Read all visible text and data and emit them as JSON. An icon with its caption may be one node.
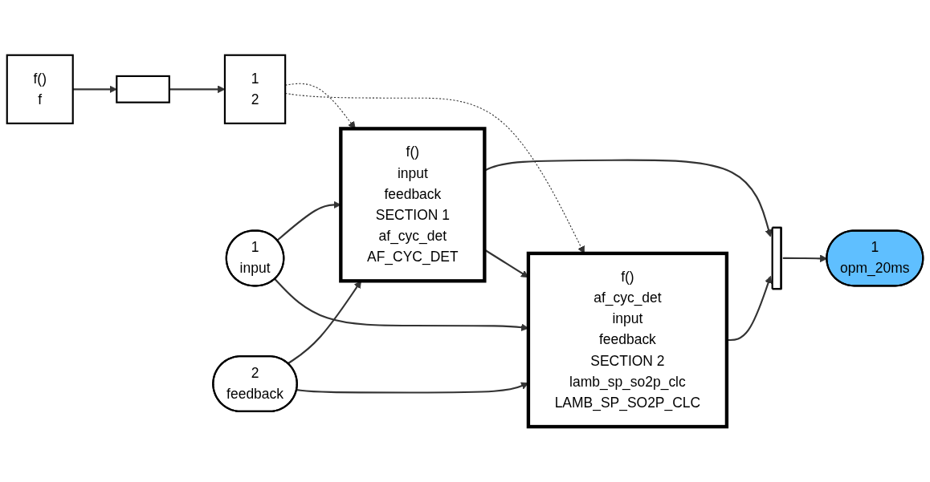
{
  "diagram": {
    "nodes": [
      {
        "text": [
          "f()",
          "f"
        ]
      },
      {
        "text": [],
        "shape": "box"
      },
      {
        "text": [
          "1",
          "2"
        ]
      },
      {
        "text": [
          "1",
          "input"
        ]
      },
      {
        "text": [
          "2",
          "feedback"
        ]
      },
      {
        "text": [
          "f()",
          "input",
          "feedback",
          "SECTION 1",
          "af_cyc_det",
          "AF_CYC_DET"
        ]
      },
      {
        "text": [
          "f()",
          "af_cyc_det",
          "input",
          "feedback",
          "SECTION 2",
          "lamb_sp_so2p_clc",
          "LAMB_SP_SO2P_CLC"
        ]
      },
      {
        "text": [],
        "shape": "bar"
      },
      {
        "text": [
          "1",
          "opm_20ms"
        ]
      }
    ],
    "edges": [
      {
        "from": 0,
        "to": 1,
        "arrow": "to"
      },
      {
        "from": 1,
        "to": 2,
        "arrow": "to"
      },
      {
        "from": 2,
        "to": 5,
        "arrow": "to",
        "style": "dashed"
      },
      {
        "from": 2,
        "to": 6,
        "arrow": "to",
        "style": "dashed"
      },
      {
        "from": 3,
        "to": 5,
        "arrow": "to"
      },
      {
        "from": 3,
        "to": 6,
        "arrow": "to"
      },
      {
        "from": 4,
        "to": 5,
        "arrow": "to"
      },
      {
        "from": 4,
        "to": 6,
        "arrow": "to"
      },
      {
        "from": 5,
        "to": 7,
        "arrow": "to"
      },
      {
        "from": 5,
        "to": 6,
        "arrow": "to"
      },
      {
        "from": 6,
        "to": 7,
        "arrow": "to"
      },
      {
        "from": 7,
        "to": 8,
        "arrow": "to"
      }
    ]
  }
}
